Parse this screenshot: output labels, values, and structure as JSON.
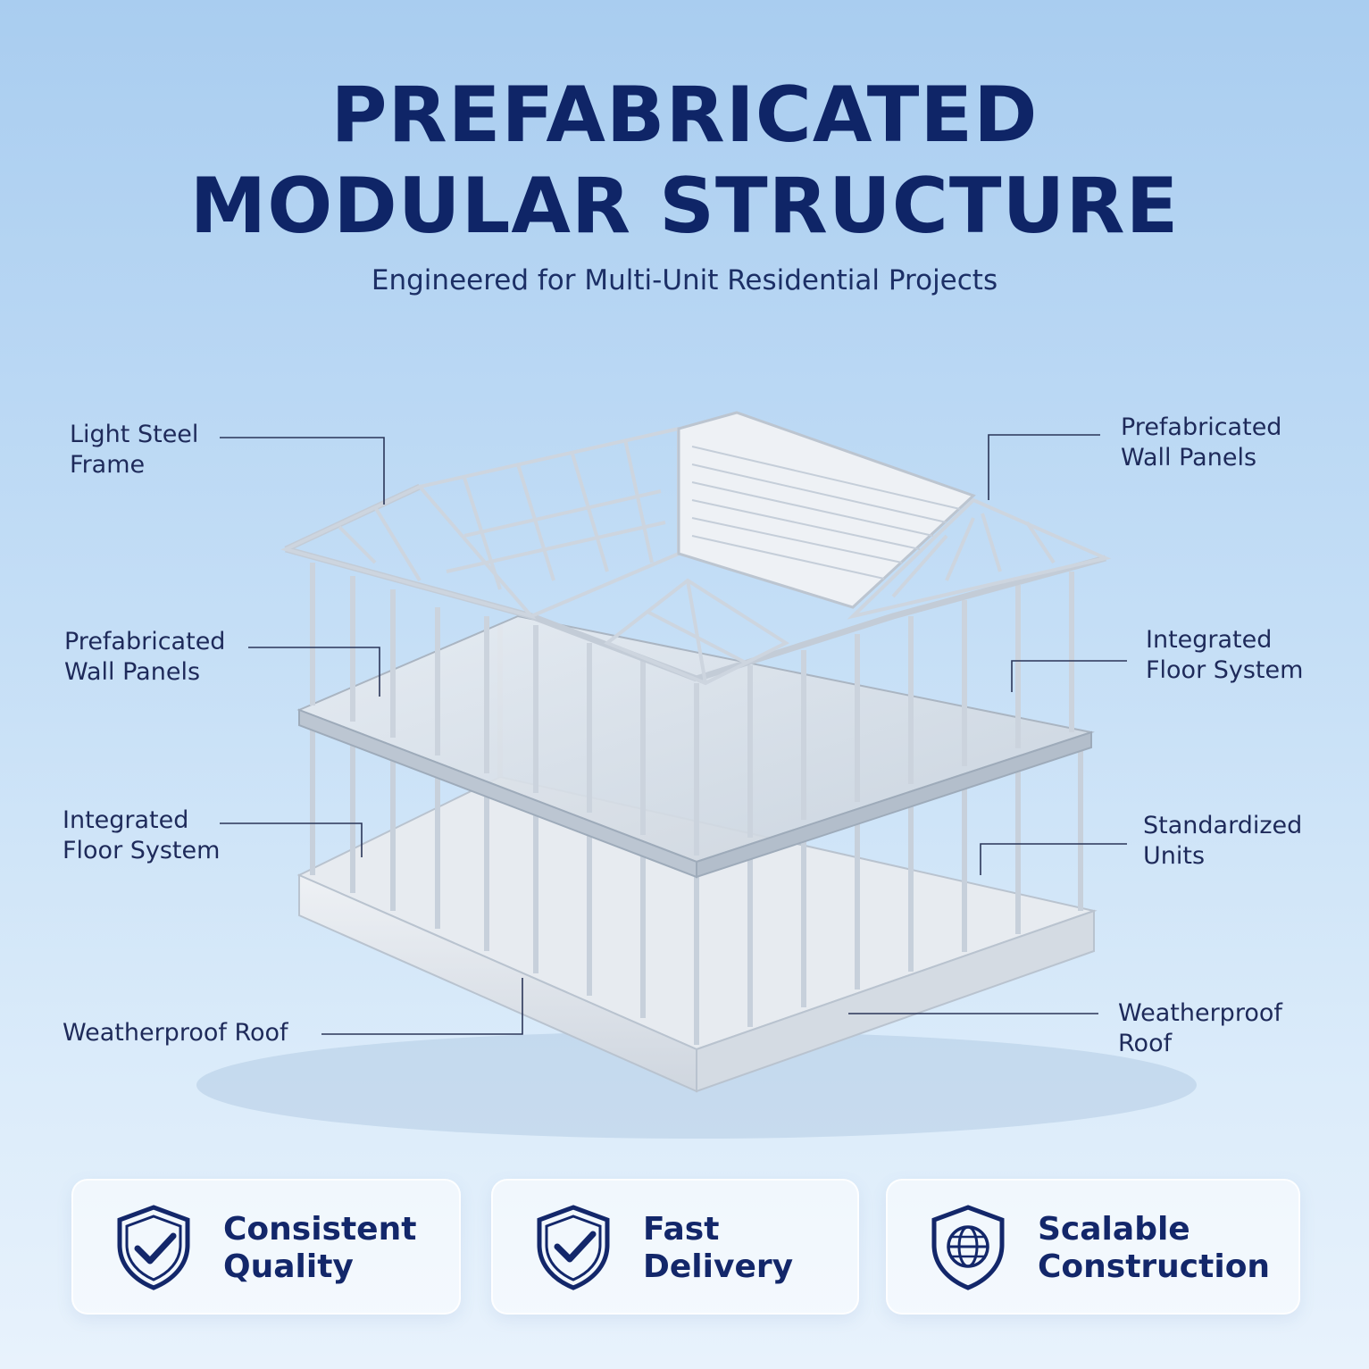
{
  "header": {
    "title_line1": "PREFABRICATED",
    "title_line2": "MODULAR STRUCTURE",
    "subtitle": "Engineered for Multi-Unit Residential Projects"
  },
  "labels": {
    "left_1": "Light Steel\nFrame",
    "left_2": "Prefabricated\nWall Panels",
    "left_3": "Integrated\nFloor System",
    "left_4": "Weatherproof Roof",
    "right_1": "Prefabricated\nWall Panels",
    "right_2": "Integrated\nFloor System",
    "right_3": "Standardized\nUnits",
    "right_4": "Weatherproof\nRoof"
  },
  "features": [
    {
      "label": "Consistent\nQuality",
      "icon": "shield-check-icon"
    },
    {
      "label": "Fast\nDelivery",
      "icon": "shield-check-icon"
    },
    {
      "label": "Scalable\nConstruction",
      "icon": "shield-globe-icon"
    }
  ],
  "colors": {
    "title": "#0f2567",
    "text": "#1e2a5a",
    "background_top": "#a9cdf0",
    "background_bottom": "#e8f2fc",
    "frame": "#d9e0ea"
  }
}
